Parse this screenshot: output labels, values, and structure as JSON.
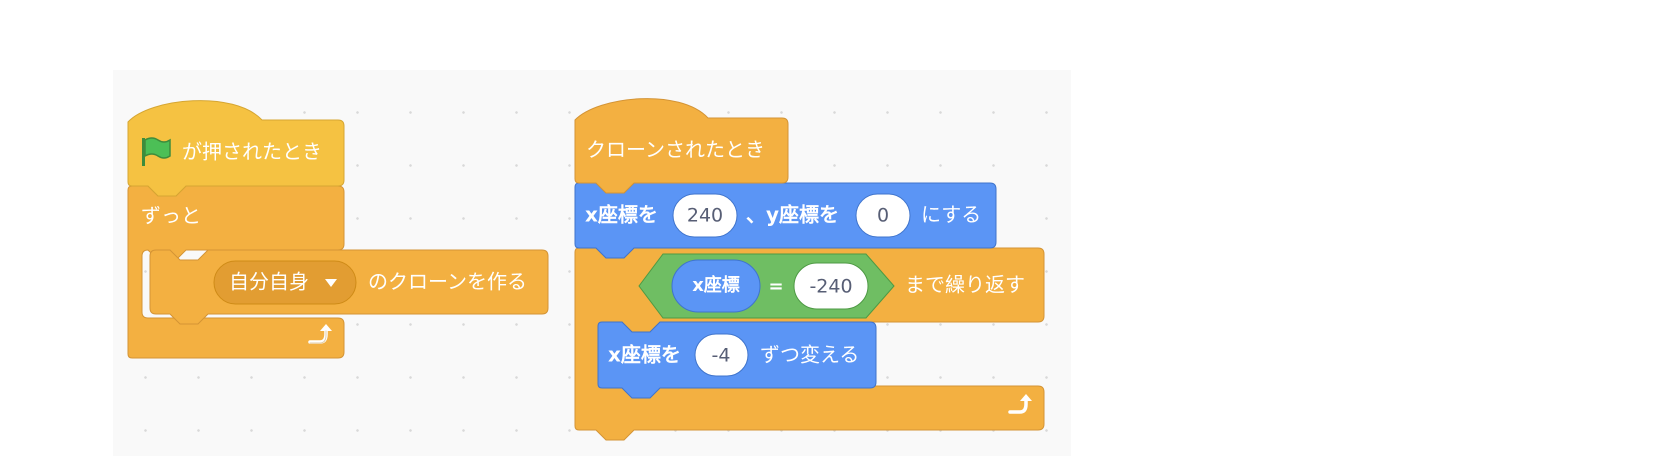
{
  "script1": {
    "hat_label": "が押されたとき",
    "forever_label": "ずっと",
    "clone_menu_value": "自分自身",
    "clone_suffix": "のクローンを作る"
  },
  "script2": {
    "hat_label": "クローンされたとき",
    "goto_x_label": "x座標を",
    "goto_x_value": "240",
    "goto_sep_label": "、y座標を",
    "goto_y_value": "0",
    "goto_suffix": "にする",
    "repeat_reporter": "x座標",
    "repeat_eq": "=",
    "repeat_value": "-240",
    "repeat_suffix": "まで繰り返す",
    "change_label": "x座標を",
    "change_value": "-4",
    "change_suffix": "ずつ変える"
  },
  "icons": {
    "flag": "green-flag-icon",
    "loop": "loop-arrow-icon",
    "dropdown": "dropdown-arrow-icon"
  },
  "colors": {
    "events": "#FFBF00",
    "events_border": "#CC9900",
    "control": "#FFAB19",
    "control_border": "#CF8B17",
    "motion": "#4C97FF",
    "motion_border": "#3373CC",
    "operators": "#59C059",
    "operators_border": "#389438",
    "workspace": "#F9F9F9"
  }
}
